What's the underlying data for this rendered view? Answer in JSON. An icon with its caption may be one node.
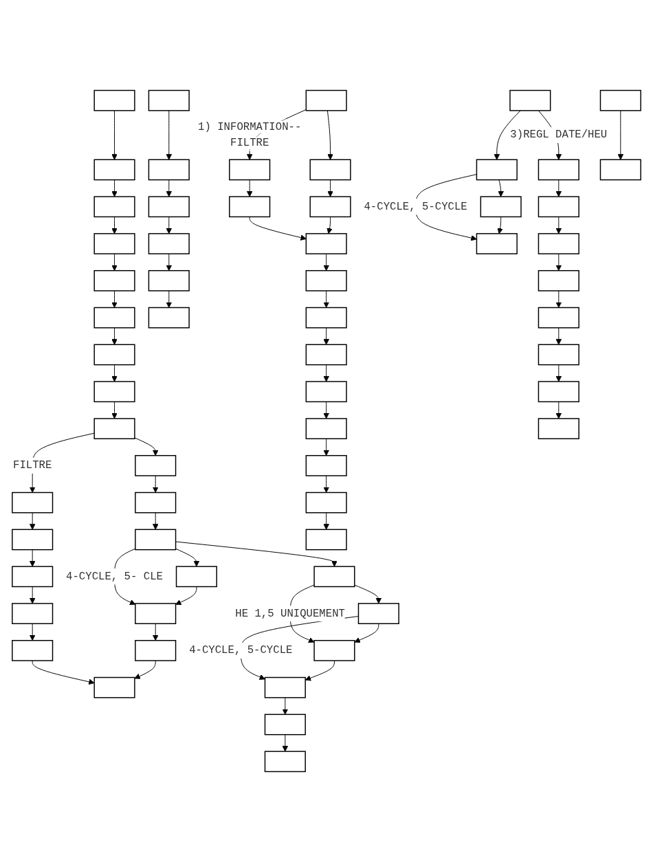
{
  "diagram": {
    "nodes": [
      {
        "text": [],
        "shape": "box"
      },
      {
        "text": [],
        "shape": "box"
      },
      {
        "text": [],
        "shape": "box"
      },
      {
        "text": [],
        "shape": "box"
      },
      {
        "text": [],
        "shape": "box"
      },
      {
        "text": [],
        "shape": "box"
      },
      {
        "text": [],
        "shape": "box"
      },
      {
        "text": [],
        "shape": "box"
      },
      {
        "text": [],
        "shape": "box"
      },
      {
        "text": [],
        "shape": "box"
      },
      {
        "text": [],
        "shape": "box"
      },
      {
        "text": [],
        "shape": "box"
      },
      {
        "text": [],
        "shape": "box"
      },
      {
        "text": [],
        "shape": "box"
      },
      {
        "text": [],
        "shape": "box"
      },
      {
        "text": [],
        "shape": "box"
      },
      {
        "text": [],
        "shape": "box"
      },
      {
        "text": [],
        "shape": "box"
      },
      {
        "text": [],
        "shape": "box"
      },
      {
        "text": [],
        "shape": "box"
      },
      {
        "text": [],
        "shape": "box"
      },
      {
        "text": [],
        "shape": "box"
      },
      {
        "text": [],
        "shape": "box"
      },
      {
        "text": [],
        "shape": "box"
      },
      {
        "text": [],
        "shape": "box"
      },
      {
        "text": [],
        "shape": "box"
      },
      {
        "text": [],
        "shape": "box"
      },
      {
        "text": [],
        "shape": "box"
      },
      {
        "text": [],
        "shape": "box"
      },
      {
        "text": [],
        "shape": "box"
      },
      {
        "text": [],
        "shape": "box"
      },
      {
        "text": [],
        "shape": "box"
      },
      {
        "text": [],
        "shape": "box"
      },
      {
        "text": [],
        "shape": "box"
      },
      {
        "text": [],
        "shape": "box"
      },
      {
        "text": [],
        "shape": "box"
      },
      {
        "text": [],
        "shape": "box"
      },
      {
        "text": [],
        "shape": "box"
      },
      {
        "text": [],
        "shape": "box"
      },
      {
        "text": [],
        "shape": "box"
      },
      {
        "text": [],
        "shape": "box"
      },
      {
        "text": [],
        "shape": "box"
      },
      {
        "text": [],
        "shape": "box"
      },
      {
        "text": [],
        "shape": "box"
      },
      {
        "text": [],
        "shape": "box"
      },
      {
        "text": [],
        "shape": "box"
      },
      {
        "text": [],
        "shape": "box"
      },
      {
        "text": [],
        "shape": "box"
      },
      {
        "text": [],
        "shape": "box"
      },
      {
        "text": [],
        "shape": "box"
      },
      {
        "text": [],
        "shape": "box"
      },
      {
        "text": [],
        "shape": "box"
      },
      {
        "text": [],
        "shape": "box"
      },
      {
        "text": [],
        "shape": "box"
      },
      {
        "text": [],
        "shape": "box"
      },
      {
        "text": [],
        "shape": "box"
      },
      {
        "text": [],
        "shape": "box"
      },
      {
        "text": [],
        "shape": "box"
      },
      {
        "text": [],
        "shape": "box"
      },
      {
        "text": [],
        "shape": "box"
      },
      {
        "text": [],
        "shape": "box"
      }
    ],
    "edges": [
      {
        "from": 0,
        "to": 1,
        "arrow": "to"
      },
      {
        "from": 1,
        "to": 2,
        "arrow": "to"
      },
      {
        "from": 2,
        "to": 3,
        "arrow": "to"
      },
      {
        "from": 3,
        "to": 4,
        "arrow": "to"
      },
      {
        "from": 4,
        "to": 5,
        "arrow": "to"
      },
      {
        "from": 5,
        "to": 6,
        "arrow": "to"
      },
      {
        "from": 6,
        "to": 7,
        "arrow": "to"
      },
      {
        "from": 7,
        "to": 8,
        "arrow": "to"
      },
      {
        "from": 8,
        "to": 9,
        "arrow": "to"
      },
      {
        "from": 9,
        "to": 10,
        "arrow": "to"
      },
      {
        "from": 10,
        "to": 11,
        "arrow": "to"
      },
      {
        "from": 11,
        "to": 12,
        "arrow": "to"
      },
      {
        "from": 12,
        "to": 13,
        "arrow": "to"
      },
      {
        "from": 13,
        "to": 14,
        "arrow": "to"
      },
      {
        "from": 14,
        "to": 15,
        "arrow": "to"
      },
      {
        "from": 8,
        "to": 28,
        "label": "FILTRE",
        "arrow": "to"
      },
      {
        "from": 11,
        "to": 16,
        "arrow": "to"
      },
      {
        "from": 11,
        "to": 13,
        "label": "4-CYCLE, 5- CLE",
        "arrow": "to"
      },
      {
        "from": 16,
        "to": 17,
        "arrow": "to"
      },
      {
        "from": 17,
        "to": 18,
        "arrow": "to"
      },
      {
        "from": 18,
        "to": 19,
        "arrow": "to"
      },
      {
        "from": 19,
        "to": 20,
        "arrow": "to"
      },
      {
        "from": 20,
        "to": 21,
        "arrow": "to"
      },
      {
        "from": 16,
        "to": 18,
        "label": "HE 1,5 UNIQUEMENT",
        "arrow": "to"
      },
      {
        "from": 17,
        "to": 19,
        "label": "4-CYCLE, 5-CYCLE",
        "arrow": "to"
      },
      {
        "from": 22,
        "to": 23,
        "arrow": "to"
      },
      {
        "from": 23,
        "to": 24,
        "arrow": "to"
      },
      {
        "from": 24,
        "to": 25,
        "arrow": "to"
      },
      {
        "from": 25,
        "to": 26,
        "arrow": "to"
      },
      {
        "from": 26,
        "to": 27,
        "arrow": "to"
      },
      {
        "from": 28,
        "to": 29,
        "arrow": "to"
      },
      {
        "from": 29,
        "to": 30,
        "arrow": "to"
      },
      {
        "from": 30,
        "to": 31,
        "arrow": "to"
      },
      {
        "from": 31,
        "to": 32,
        "arrow": "to"
      },
      {
        "from": 32,
        "to": 15,
        "arrow": "to"
      },
      {
        "from": 33,
        "to": 34,
        "arrow": "to"
      },
      {
        "from": 34,
        "to": 35,
        "arrow": "to"
      },
      {
        "from": 33,
        "to": 36,
        "label": "1) INFORMATION--FILTRE",
        "arrow": "to"
      },
      {
        "from": 35,
        "to": 38,
        "arrow": "to"
      },
      {
        "from": 36,
        "to": 37,
        "arrow": "to"
      },
      {
        "from": 37,
        "to": 38,
        "arrow": "to"
      },
      {
        "from": 38,
        "to": 39,
        "arrow": "to"
      },
      {
        "from": 39,
        "to": 40,
        "arrow": "to"
      },
      {
        "from": 40,
        "to": 41,
        "arrow": "to"
      },
      {
        "from": 41,
        "to": 42,
        "arrow": "to"
      },
      {
        "from": 42,
        "to": 43,
        "arrow": "to"
      },
      {
        "from": 43,
        "to": 44,
        "arrow": "to"
      },
      {
        "from": 44,
        "to": 45,
        "arrow": "to"
      },
      {
        "from": 45,
        "to": 46,
        "arrow": "to"
      },
      {
        "from": 47,
        "to": 48,
        "arrow": "to"
      },
      {
        "from": 48,
        "to": 49,
        "arrow": "to"
      },
      {
        "from": 49,
        "to": 50,
        "arrow": "to"
      },
      {
        "from": 48,
        "to": 50,
        "label": "4-CYCLE, 5-CYCLE",
        "arrow": "to"
      },
      {
        "from": 47,
        "to": 51,
        "label": "3)REGL DATE/HEU",
        "arrow": "to"
      },
      {
        "from": 51,
        "to": 52,
        "arrow": "to"
      },
      {
        "from": 52,
        "to": 53,
        "arrow": "to"
      },
      {
        "from": 53,
        "to": 54,
        "arrow": "to"
      },
      {
        "from": 54,
        "to": 55,
        "arrow": "to"
      },
      {
        "from": 55,
        "to": 56,
        "arrow": "to"
      },
      {
        "from": 56,
        "to": 57,
        "arrow": "to"
      },
      {
        "from": 57,
        "to": 58,
        "arrow": "to"
      },
      {
        "from": 59,
        "to": 60,
        "arrow": "to"
      }
    ]
  }
}
